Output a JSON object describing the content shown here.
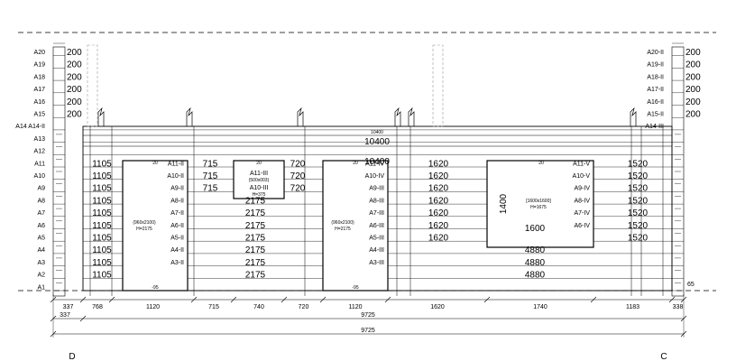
{
  "course_labels_left": [
    "A20",
    "A19",
    "A18",
    "A17",
    "A16",
    "A15",
    "A14 A14-II",
    "A13",
    "A12",
    "A11",
    "A10",
    "A9",
    "A8",
    "A7",
    "A6",
    "A5",
    "A4",
    "A3",
    "A2",
    "A1"
  ],
  "course_labels_right": [
    "A20-II",
    "A19-II",
    "A18-II",
    "A17-II",
    "A16-II",
    "A15-II",
    "A14-III"
  ],
  "course_values_left": [
    "200",
    "200",
    "200",
    "200",
    "200",
    "200"
  ],
  "course_values_right": [
    "200",
    "200",
    "200",
    "200",
    "200",
    "200"
  ],
  "top_beam": {
    "small_label": "10400",
    "value_1": "10400",
    "value_2": "10400"
  },
  "row_values": {
    "col1": [
      "1105",
      "1105",
      "1105",
      "1105",
      "1105",
      "1105",
      "1105",
      "1105",
      "1105",
      "1105"
    ],
    "upper_left_715": [
      "715",
      "715",
      "715"
    ],
    "upper_mid_720": [
      "720",
      "720",
      "720"
    ],
    "mid_2175": [
      "2175",
      "2175",
      "2175",
      "2175",
      "2175",
      "2175",
      "2175"
    ],
    "right_1620": [
      "1620",
      "1620",
      "1620",
      "1620",
      "1620",
      "1620",
      "1620"
    ],
    "lower_4880": [
      "4880",
      "4880",
      "4880"
    ],
    "far_right_1520": [
      "1520",
      "1520",
      "1520",
      "1520",
      "1520",
      "1520",
      "1520"
    ]
  },
  "door1": {
    "labels": [
      "A11-II",
      "A10-II",
      "A9-II",
      "A8-II",
      "A7-II",
      "A6-II",
      "A5-II",
      "A4-II",
      "A3-II"
    ],
    "spec": "(960x2100)",
    "height": "H=2175",
    "top_mark": "20",
    "bottom_mark": "-95"
  },
  "door2": {
    "labels": [
      "A11-IV",
      "A10-IV",
      "A9-III",
      "A8-III",
      "A7-III",
      "A6-III",
      "A5-III",
      "A4-III",
      "A3-III"
    ],
    "spec": "(960x2100)",
    "height": "H=2175",
    "top_mark": "20",
    "bottom_mark": "-95"
  },
  "window_small": {
    "labels": [
      "A11-III",
      "A10-III"
    ],
    "spec": "(500x003)",
    "height": "H=375",
    "top_mark": "20"
  },
  "window_large": {
    "labels": [
      "A11-V",
      "A10-V",
      "A9-IV",
      "A8-IV",
      "A7-IV",
      "A6-IV"
    ],
    "spec": "[1600x1600]",
    "height": "H=1675",
    "vertical": "1400",
    "horizontal": "1600",
    "top_mark": "20"
  },
  "bottom_offset": "65",
  "dimensions": {
    "row1": [
      "337",
      "768",
      "1120",
      "715",
      "740",
      "720",
      "1120",
      "1620",
      "1740",
      "1183",
      "338"
    ],
    "row2": [
      "337",
      "9725"
    ],
    "row3": [
      "9725"
    ]
  },
  "axes": {
    "left": "D",
    "right": "C"
  }
}
